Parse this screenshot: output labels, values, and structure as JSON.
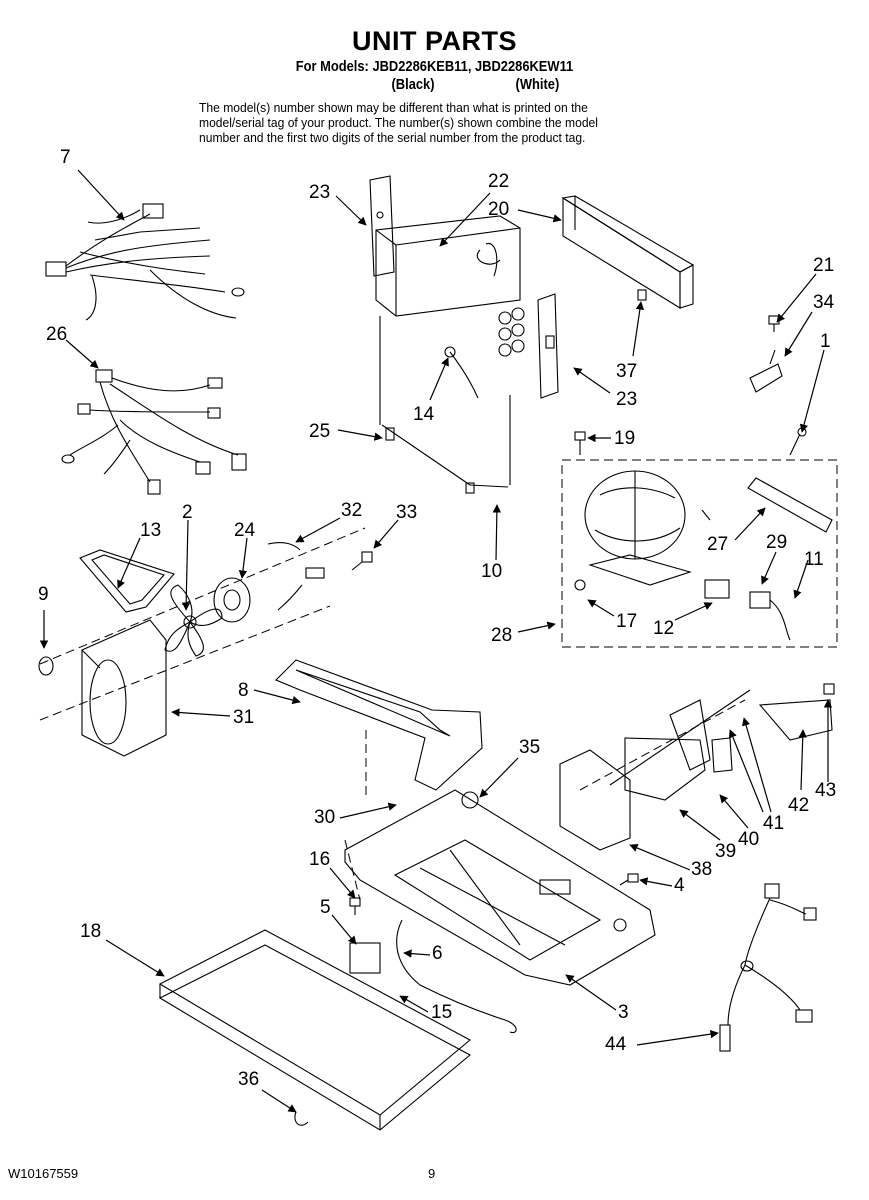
{
  "header": {
    "title": "UNIT PARTS",
    "models": "For Models: JBD2286KEB11, JBD2286KEW11",
    "color_black": "(Black)",
    "color_white": "(White)",
    "note_lines": [
      "The model(s) number shown may be different than what is printed on the",
      "model/serial tag of your product. The number(s) shown combine the model",
      "number and the first two digits of the serial number from the product tag."
    ]
  },
  "callouts": [
    "7",
    "23",
    "22",
    "20",
    "21",
    "34",
    "1",
    "26",
    "37",
    "23",
    "14",
    "25",
    "19",
    "13",
    "2",
    "24",
    "32",
    "33",
    "27",
    "29",
    "11",
    "9",
    "10",
    "17",
    "12",
    "28",
    "8",
    "31",
    "35",
    "30",
    "16",
    "43",
    "42",
    "41",
    "40",
    "39",
    "38",
    "4",
    "5",
    "18",
    "6",
    "15",
    "3",
    "44",
    "36"
  ],
  "footer": {
    "doc_number": "W10167559",
    "page_number": "9"
  }
}
